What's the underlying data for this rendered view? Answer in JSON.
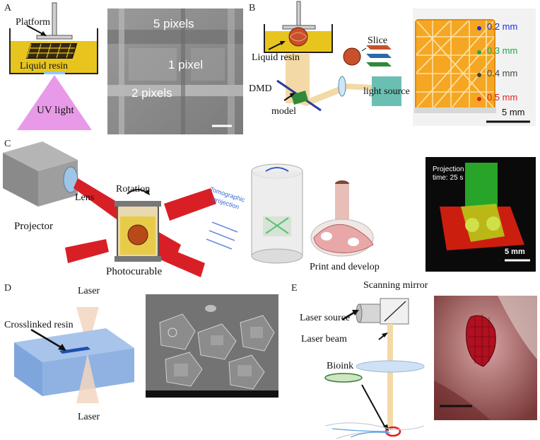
{
  "panels": {
    "a": {
      "letter": "A",
      "platform_label": "Platform",
      "resin_label": "Liquid resin",
      "uv_label": "UV light",
      "micro_labels": [
        "5 pixels",
        "1 pixel",
        "2 pixels"
      ]
    },
    "b": {
      "letter": "B",
      "resin_label": "Liquid resin",
      "dmd_label": "DMD",
      "model_label": "model",
      "slice_label": "Slice",
      "light_label": "light source",
      "sizes": [
        {
          "label": "0.2 mm",
          "color": "#1a2fd6"
        },
        {
          "label": "0.3 mm",
          "color": "#1aa84a"
        },
        {
          "label": "0.4 mm",
          "color": "#3c4a3a"
        },
        {
          "label": "0.5 mm",
          "color": "#e02020"
        }
      ],
      "scale_label": "5 mm"
    },
    "c": {
      "letter": "C",
      "projector_label": "Projector",
      "lens_label": "Lens",
      "rotation_label": "Rotation",
      "photocurable_label": "Photocurable",
      "tomo_label_1": "Tomographic",
      "tomo_label_2": "projection",
      "print_label": "Print and develop",
      "time_label_1": "Projection",
      "time_label_2": "time: 25 s",
      "scale_label": "5 mm"
    },
    "d": {
      "letter": "D",
      "laser_top_label": "Laser",
      "crosslinked_label": "Crosslinked resin",
      "laser_bottom_label": "Laser"
    },
    "e": {
      "letter": "E",
      "mirror_label": "Scanning mirror",
      "source_label": "Laser source",
      "beam_label": "Laser beam",
      "bioink_label": "Bioink"
    }
  },
  "colors": {
    "resin": "#e8c51e",
    "uv": "#e89ae8",
    "beam": "#f3d9a6",
    "red_beam": "#d81f26",
    "blue_block": "#7fa6dc"
  }
}
